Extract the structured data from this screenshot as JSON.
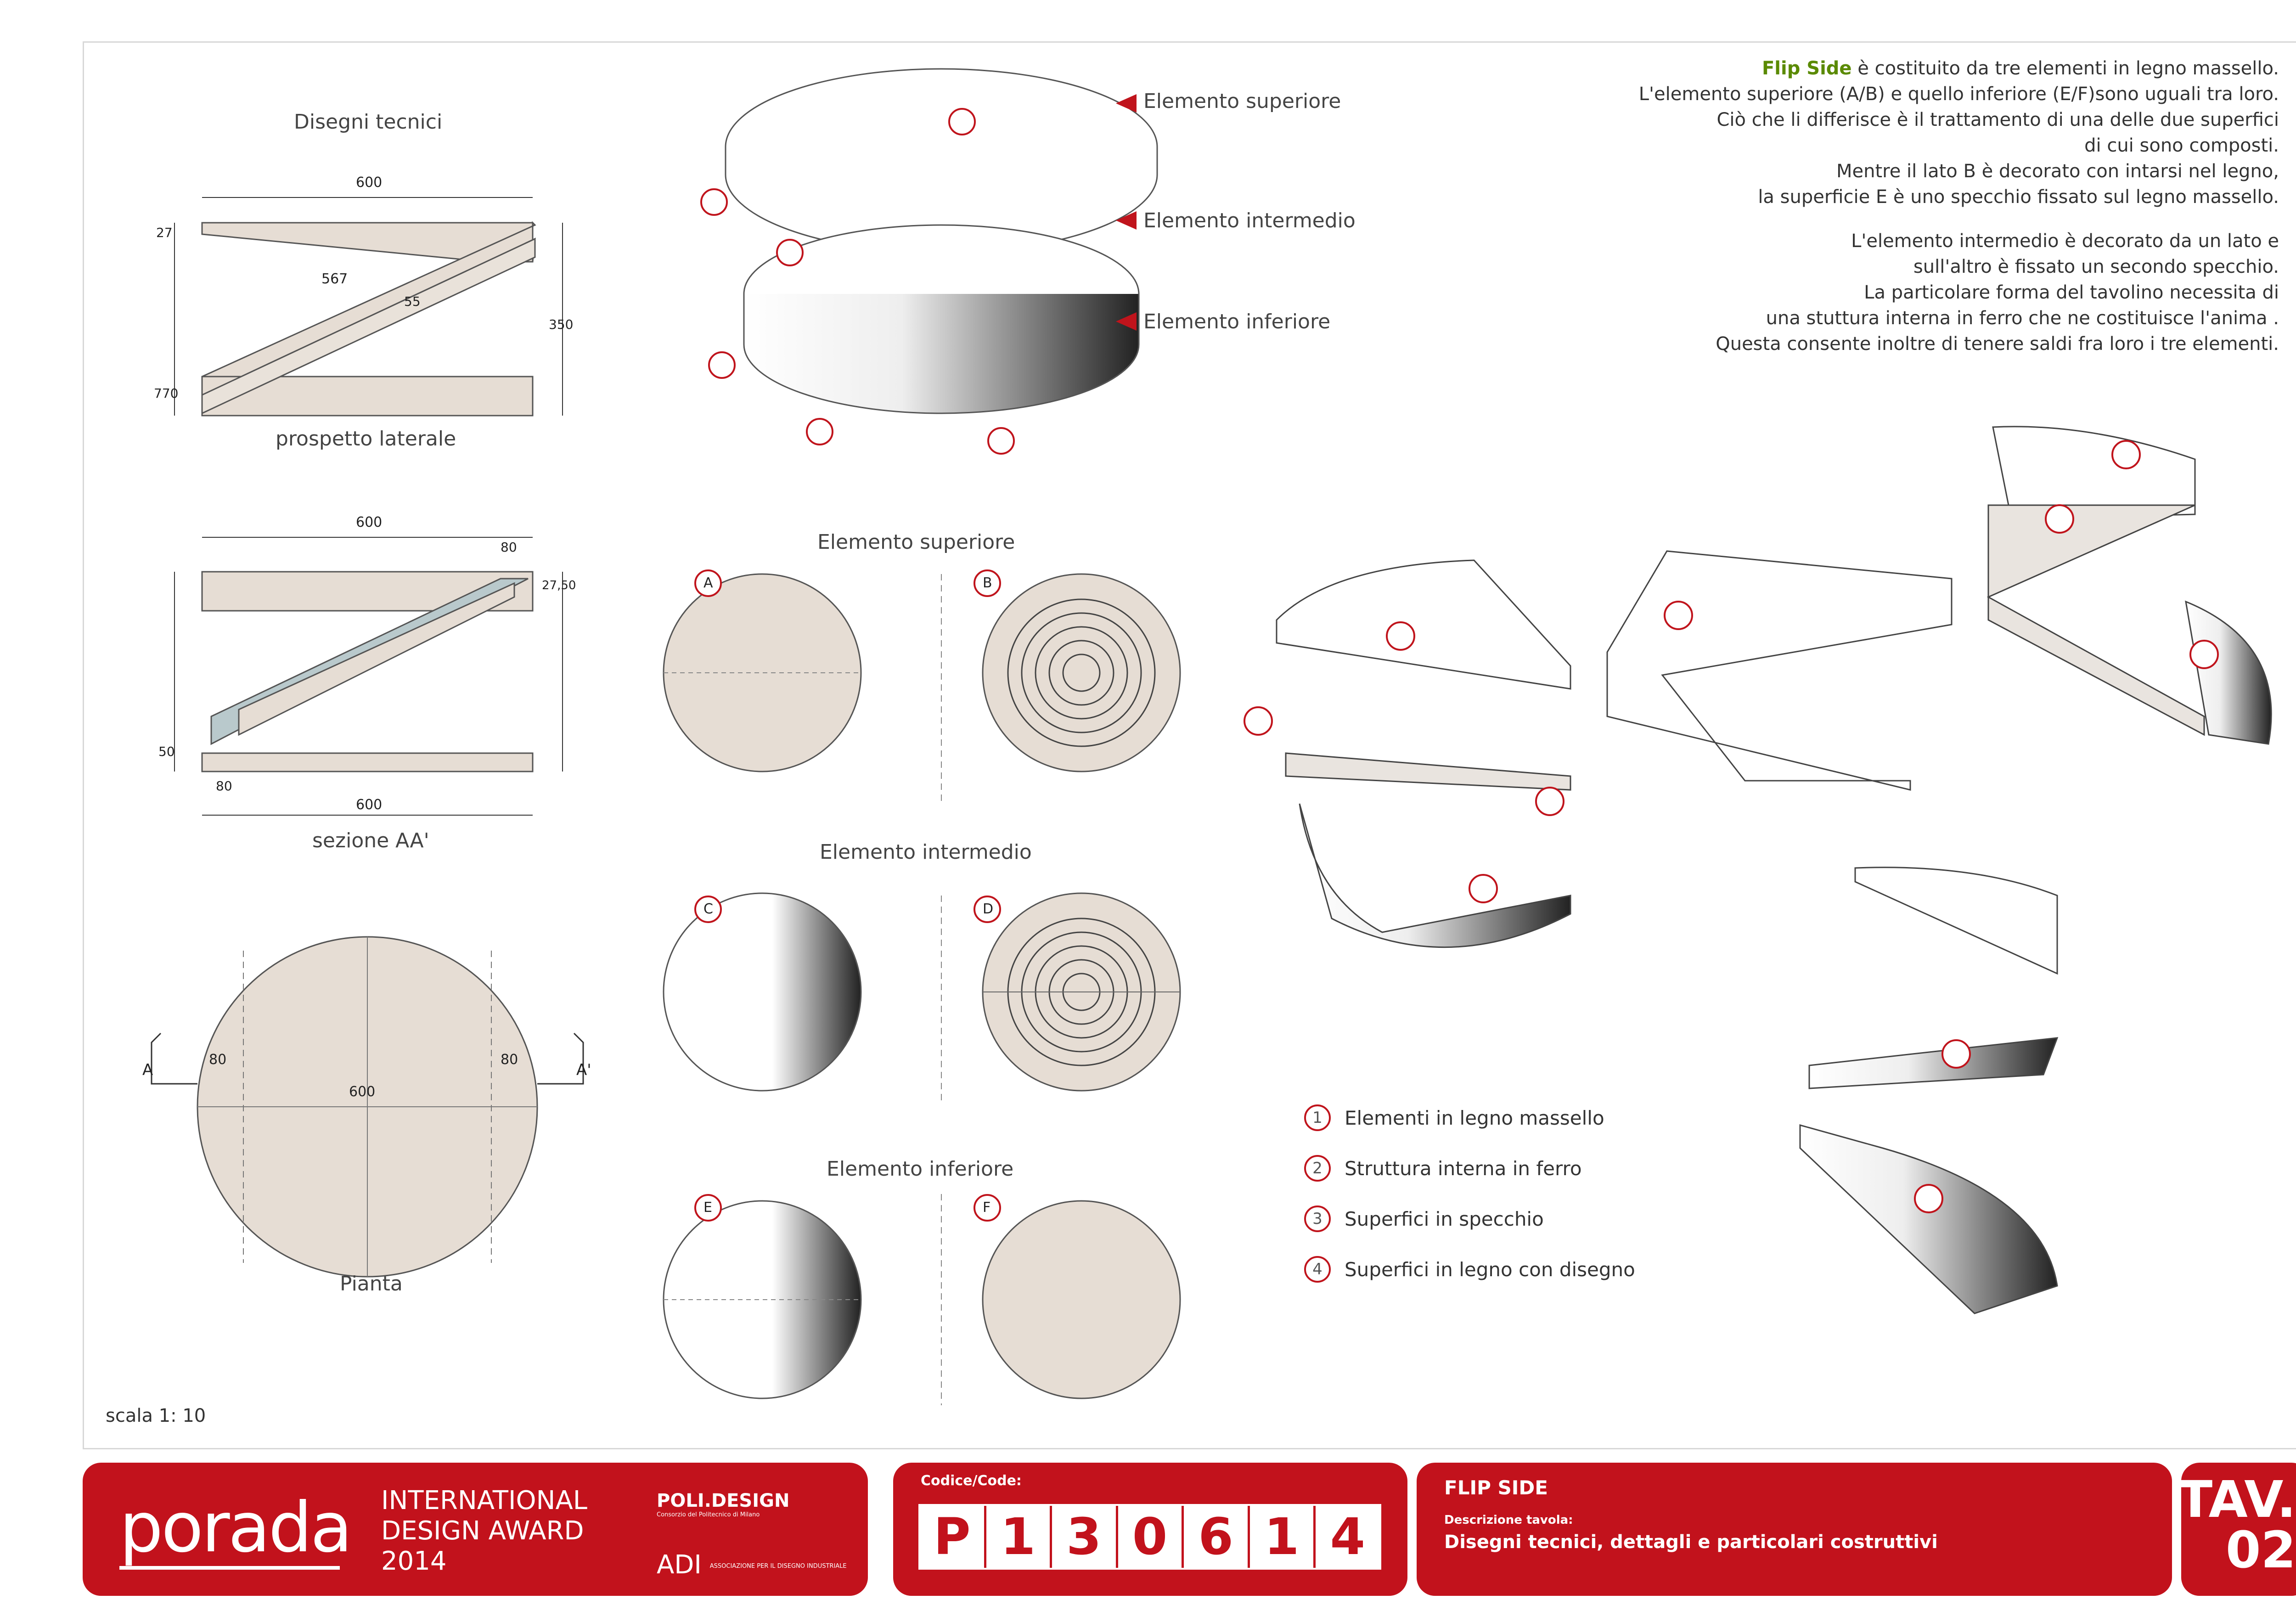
{
  "sheet": {
    "section_title": "Disegni tecnici",
    "scale": "scala 1: 10",
    "labels": {
      "prospetto": "prospetto laterale",
      "sezione": "sezione AA'",
      "pianta": "Pianta",
      "el_superiore": "Elemento superiore",
      "el_intermedio": "Elemento intermedio",
      "el_inferiore": "Elemento inferiore"
    },
    "dims": {
      "w600": "600",
      "d567": "567",
      "d55": "55",
      "d350": "350",
      "d770": "770",
      "d27": "27",
      "d80": "80",
      "d50": "50",
      "d27_50": "27,50",
      "d600v": "600",
      "a": "A",
      "a_prime": "A'"
    },
    "letters": [
      "A",
      "B",
      "C",
      "D",
      "E",
      "F"
    ]
  },
  "description": {
    "brand": "Flip Side",
    "lines": [
      " è costituito da tre elementi in legno massello.",
      "L'elemento superiore  (A/B) e quello inferiore (E/F)sono uguali tra loro.",
      "Ciò che li differisce è il trattamento di una delle due superfici",
      "di  cui sono composti.",
      "Mentre il lato B è decorato con intarsi nel legno,",
      "la superficie E è uno specchio fissato sul legno massello.",
      "L'elemento intermedio è decorato da un lato e",
      "sull'altro è fissato un secondo specchio.",
      "La particolare forma del tavolino necessita di",
      "una stuttura interna in ferro che ne costituisce l'anima .",
      "Questa consente inoltre di tenere saldi fra loro i tre elementi."
    ]
  },
  "legend": [
    {
      "num": "1",
      "text": "Elementi in legno massello"
    },
    {
      "num": "2",
      "text": "Struttura interna in ferro"
    },
    {
      "num": "3",
      "text": "Superfici in specchio"
    },
    {
      "num": "4",
      "text": "Superfici in legno con disegno"
    }
  ],
  "footer": {
    "brand": "porada",
    "award": [
      "INTERNATIONAL",
      "DESIGN AWARD",
      "2014"
    ],
    "poli": "POLI.DESIGN",
    "poli_sub": "Consorzio del Politecnico di Milano",
    "adi": "ADI",
    "adi_sub": "ASSOCIAZIONE PER IL DISEGNO INDUSTRIALE",
    "code_label": "Codice/Code:",
    "code": [
      "P",
      "1",
      "3",
      "0",
      "6",
      "1",
      "4"
    ],
    "title": "FLIP SIDE",
    "desc_label": "Descrizione tavola:",
    "desc": "Disegni tecnici, dettagli e particolari costruttivi",
    "tav": "TAV.",
    "tav_num": "02"
  },
  "colors": {
    "accent": "#c2121c",
    "wood": "#e6ddd4",
    "brand_green": "#5a8a00",
    "steel": "#b9c9cc"
  }
}
